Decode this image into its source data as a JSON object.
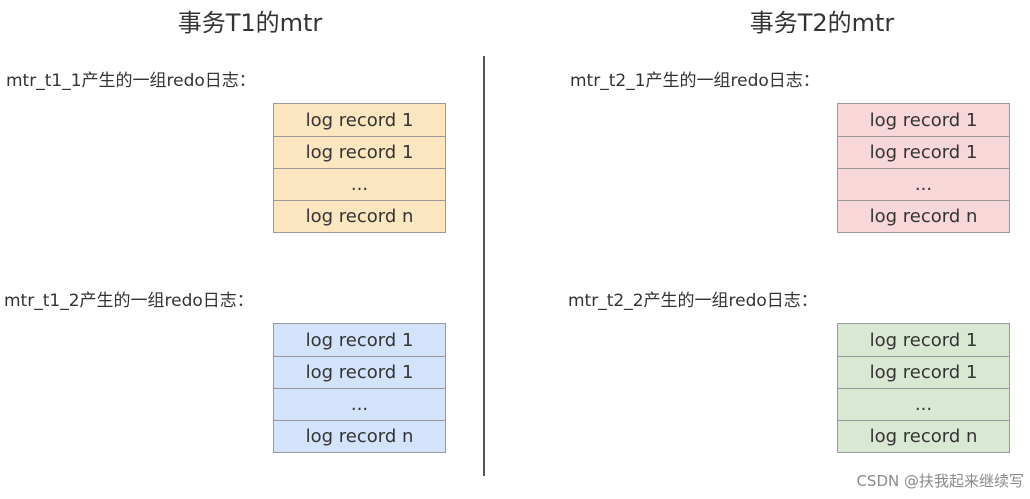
{
  "t1": {
    "title": "事务T1的mtr",
    "groups": [
      {
        "label": "mtr_t1_1产生的一组redo日志：",
        "fill": "#fbe6c0",
        "records": [
          "log record 1",
          "log record 1",
          "...",
          "log record n"
        ]
      },
      {
        "label": "mtr_t1_2产生的一组redo日志：",
        "fill": "#d3e3fb",
        "records": [
          "log record 1",
          "log record 1",
          "...",
          "log record n"
        ]
      }
    ]
  },
  "t2": {
    "title": "事务T2的mtr",
    "groups": [
      {
        "label": "mtr_t2_1产生的一组redo日志：",
        "fill": "#f8d7d9",
        "records": [
          "log record 1",
          "log record 1",
          "...",
          "log record n"
        ]
      },
      {
        "label": "mtr_t2_2产生的一组redo日志：",
        "fill": "#d9e8d3",
        "records": [
          "log record 1",
          "log record 1",
          "...",
          "log record n"
        ]
      }
    ]
  },
  "watermark": "CSDN @扶我起来继续写"
}
